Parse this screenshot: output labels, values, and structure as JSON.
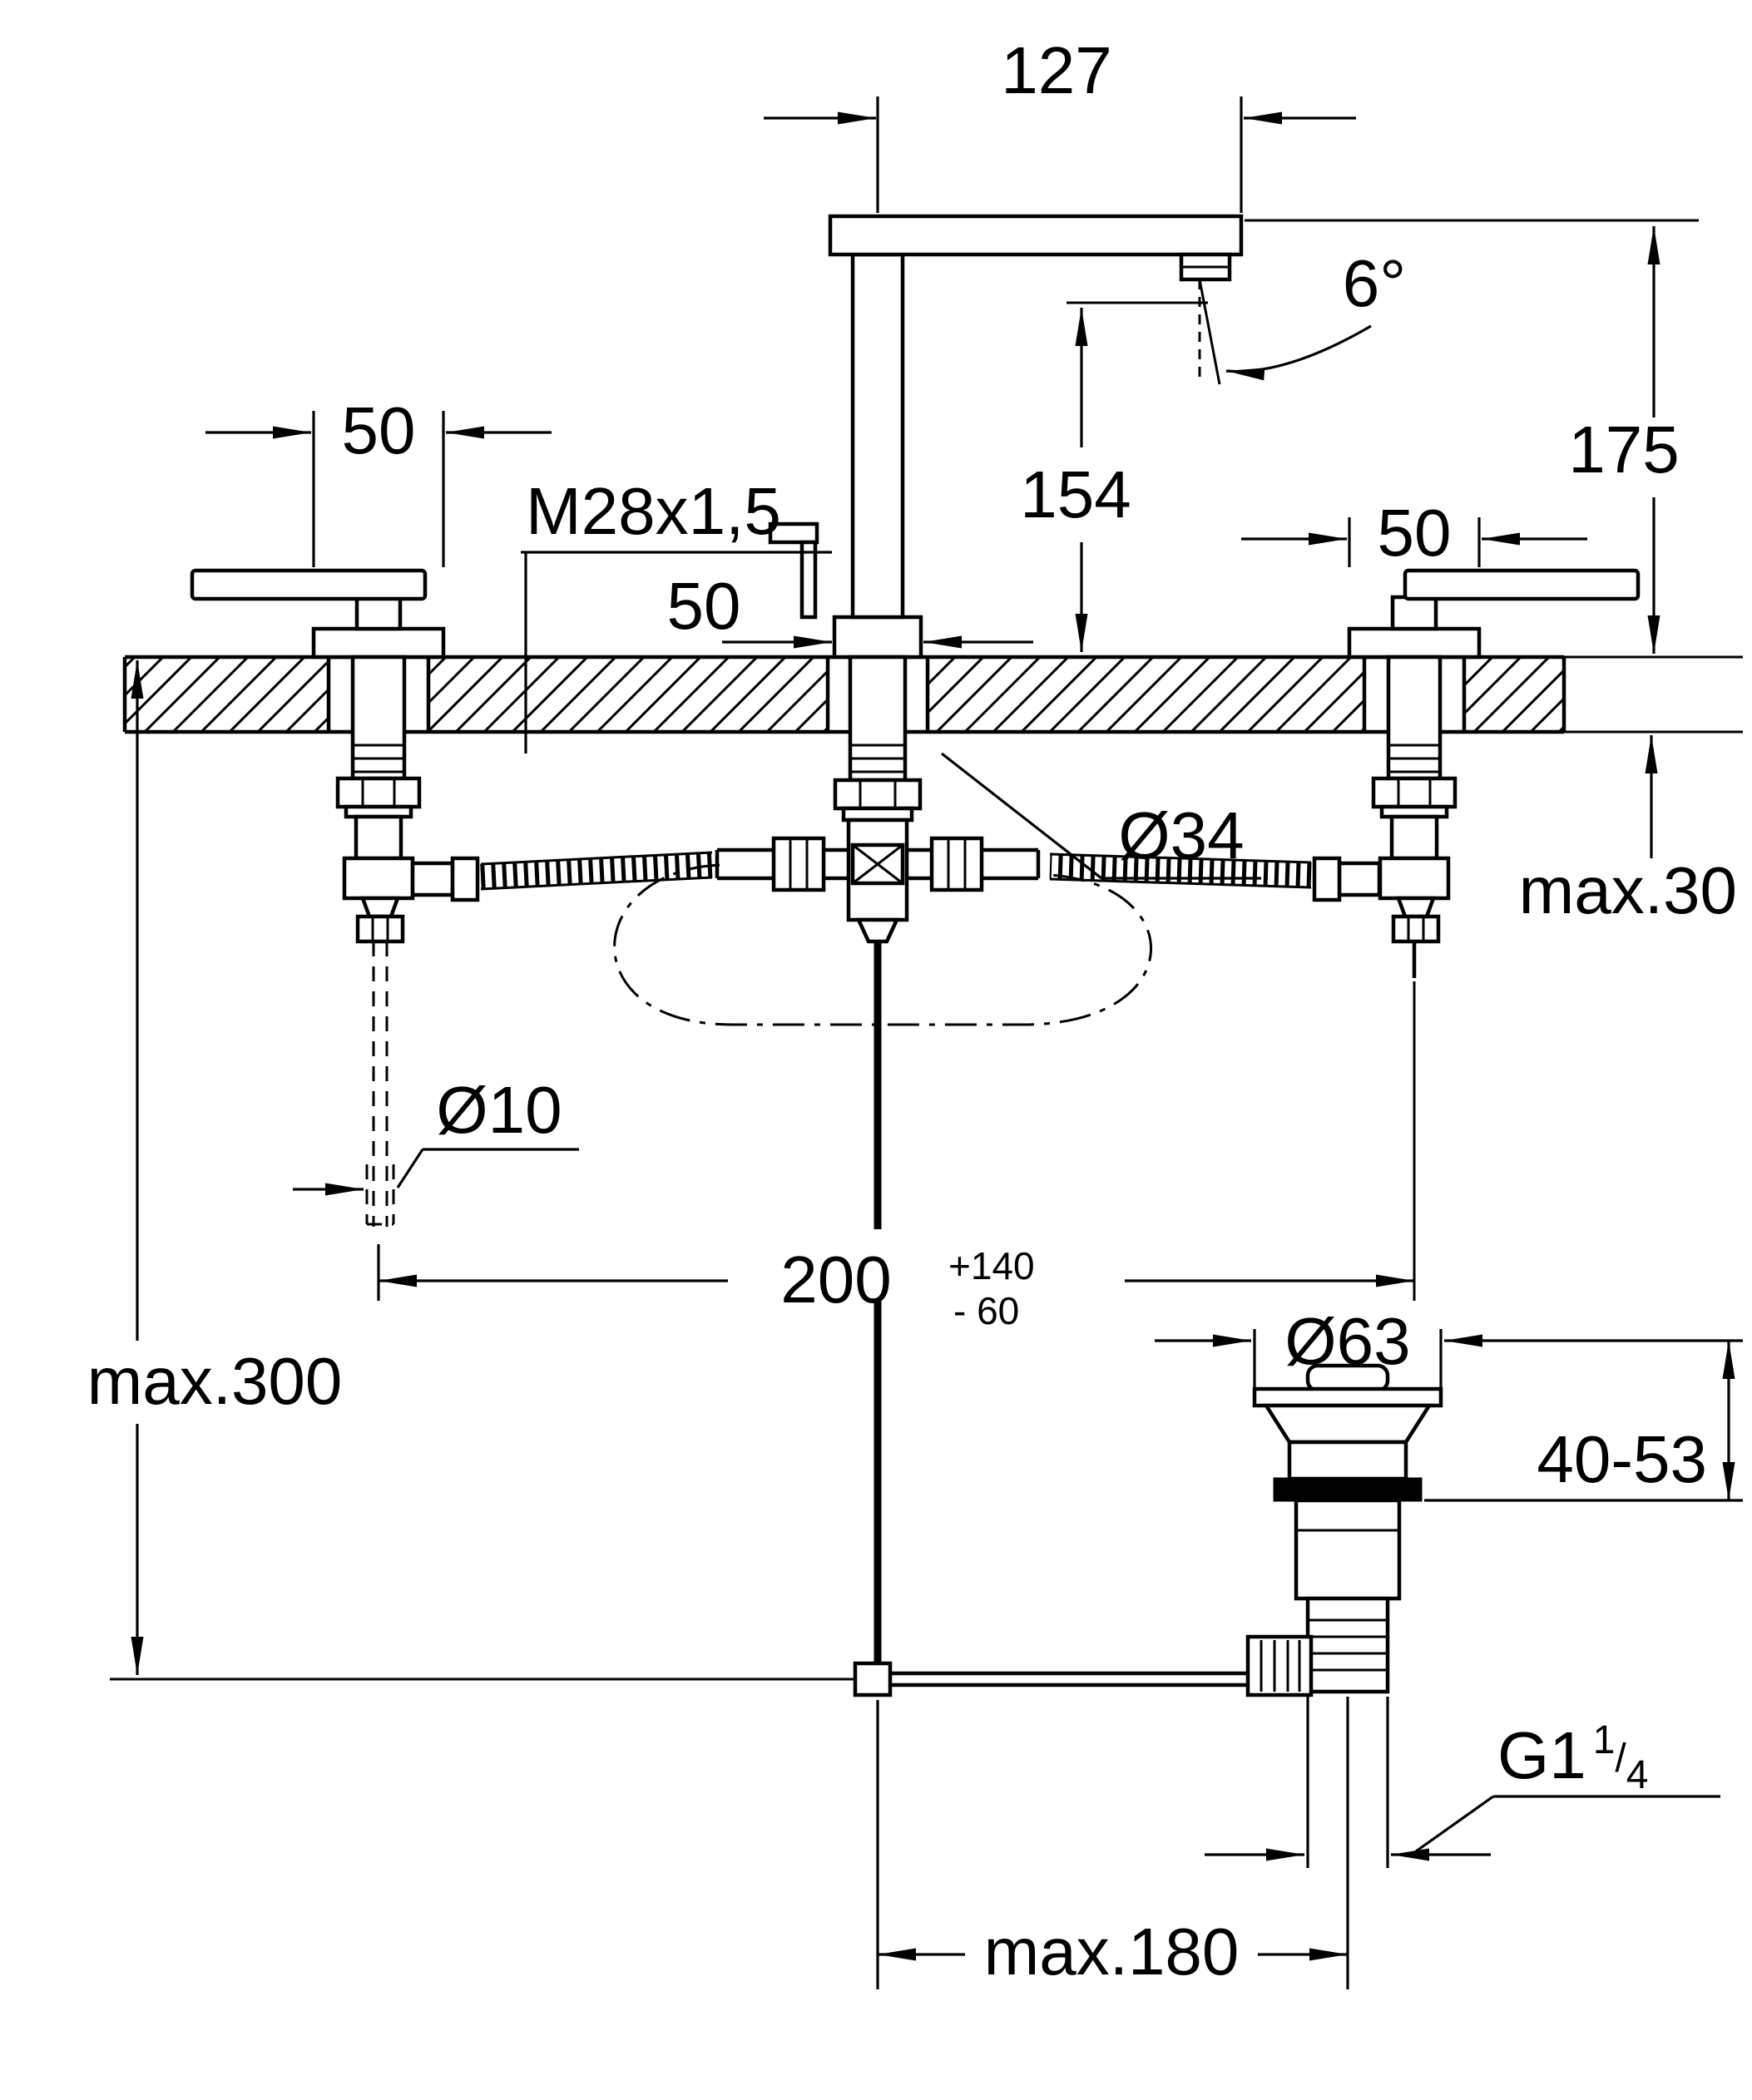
{
  "drawing": {
    "title": "faucet-installation-dimension-drawing"
  },
  "colors": {
    "line": "#000000",
    "background": "#ffffff"
  },
  "labels": {
    "spout_reach": "127",
    "spout_angle": "6°",
    "spout_height": "175",
    "outlet_height": "154",
    "left_handle_width": "50",
    "thread_size": "M28x1,5",
    "body_width": "50",
    "right_handle_width": "50",
    "hole_diameter": "Ø34",
    "max_deck_thickness": "max.30",
    "pipe_diameter": "Ø10",
    "hole_spacing": "200",
    "hole_spacing_plus": "+140",
    "hole_spacing_minus": "- 60",
    "max_install_depth": "max.300",
    "waste_flange_diameter": "Ø63",
    "waste_clamp_range": "40-53",
    "waste_thread_base": "G1",
    "waste_thread_numerator": "1",
    "waste_thread_slash": "/",
    "waste_thread_denominator": "4",
    "max_rod_offset": "max.180"
  }
}
